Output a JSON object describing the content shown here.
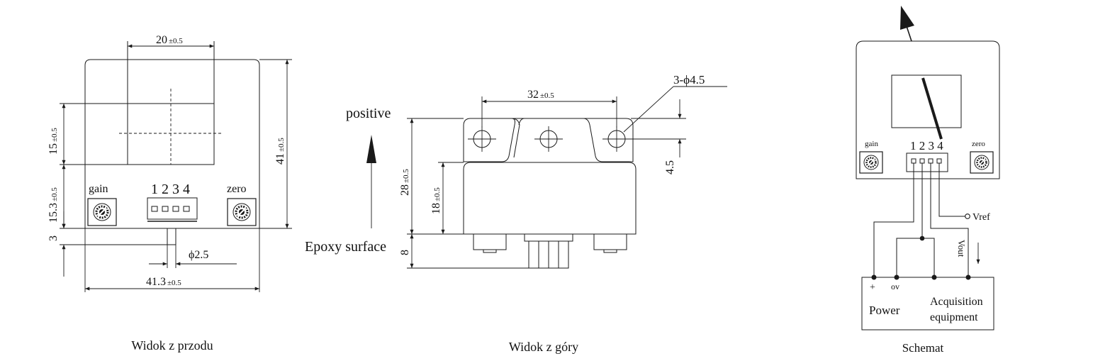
{
  "front_view": {
    "caption": "Widok z przodu",
    "dim_width_top": "20",
    "dim_width_top_tol": "±0.5",
    "dim_window_height": "15",
    "dim_window_height_tol": "±0.5",
    "dim_lower_height": "15.3",
    "dim_lower_height_tol": "±0.5",
    "dim_overall_height": "41",
    "dim_overall_height_tol": "±0.5",
    "dim_pin_offset": "3",
    "dim_pin_diameter": "ϕ2.5",
    "dim_overall_width": "41.3",
    "dim_overall_width_tol": "±0.5",
    "gain_label": "gain",
    "zero_label": "zero",
    "pin_numbers": "1 2 3 4"
  },
  "top_view": {
    "caption": "Widok z góry",
    "positive_label": "positive",
    "epoxy_label": "Epoxy surface",
    "dim_hole_spacing": "32",
    "dim_hole_spacing_tol": "±0.5",
    "dim_holes": "3-ϕ4.5",
    "dim_hole_offset": "4.5",
    "dim_total_height": "28",
    "dim_total_height_tol": "±0.5",
    "dim_body_height": "18",
    "dim_body_height_tol": "±0.5",
    "dim_pin_length": "8"
  },
  "schematic": {
    "caption": "Schemat",
    "gain_label": "gain",
    "zero_label": "zero",
    "pin_numbers": "1 2 3 4",
    "vref_label": "Vref",
    "vout_label": "Vout",
    "plus_label": "+",
    "ov_label": "ov",
    "power_label": "Power",
    "acq_label_line1": "Acquisition",
    "acq_label_line2": "equipment"
  },
  "colors": {
    "line": "#1a1a1a",
    "background": "#ffffff"
  }
}
